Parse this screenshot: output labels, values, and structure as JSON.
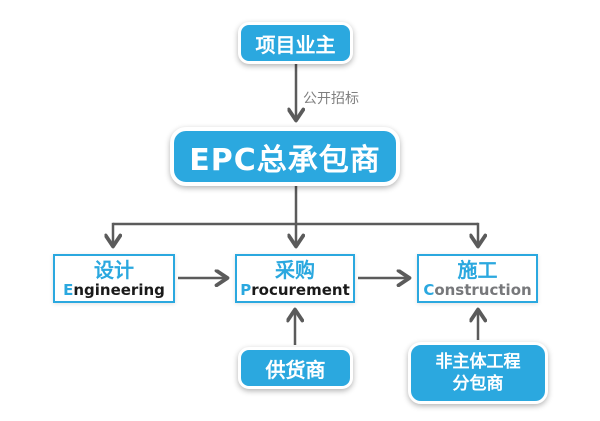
{
  "diagram": {
    "title_semantic": "EPC contracting structure flowchart",
    "colors": {
      "accent_blue": "#2BA8DF",
      "arrow_gray": "#5B5B5B",
      "label_gray": "#808080",
      "english_dark": "#1A1A1A",
      "construction_gray": "#77787B",
      "background": "#FFFFFF"
    },
    "nodes": {
      "owner": {
        "label": "项目业主"
      },
      "epc": {
        "label": "EPC总承包商"
      },
      "engineering": {
        "zh": "设计",
        "initial": "E",
        "rest": "ngineering"
      },
      "procurement": {
        "zh": "采购",
        "initial": "P",
        "rest": "rocurement"
      },
      "construction": {
        "zh": "施工",
        "initial": "C",
        "rest": "onstruction"
      },
      "supplier": {
        "label": "供货商"
      },
      "subcontractor": {
        "line1": "非主体工程",
        "line2": "分包商"
      }
    },
    "edges": {
      "bidding_label": "公开招标"
    }
  }
}
